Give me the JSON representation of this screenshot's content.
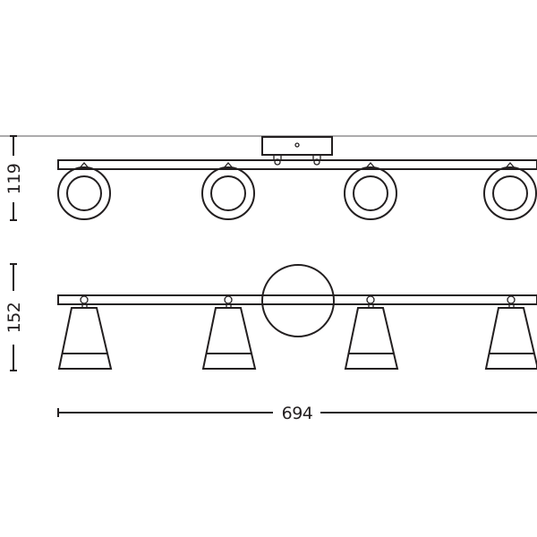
{
  "dimensions": {
    "height_top": "119",
    "height_bottom": "152",
    "width": "694"
  },
  "colors": {
    "line": "#231f20",
    "background": "#ffffff"
  }
}
